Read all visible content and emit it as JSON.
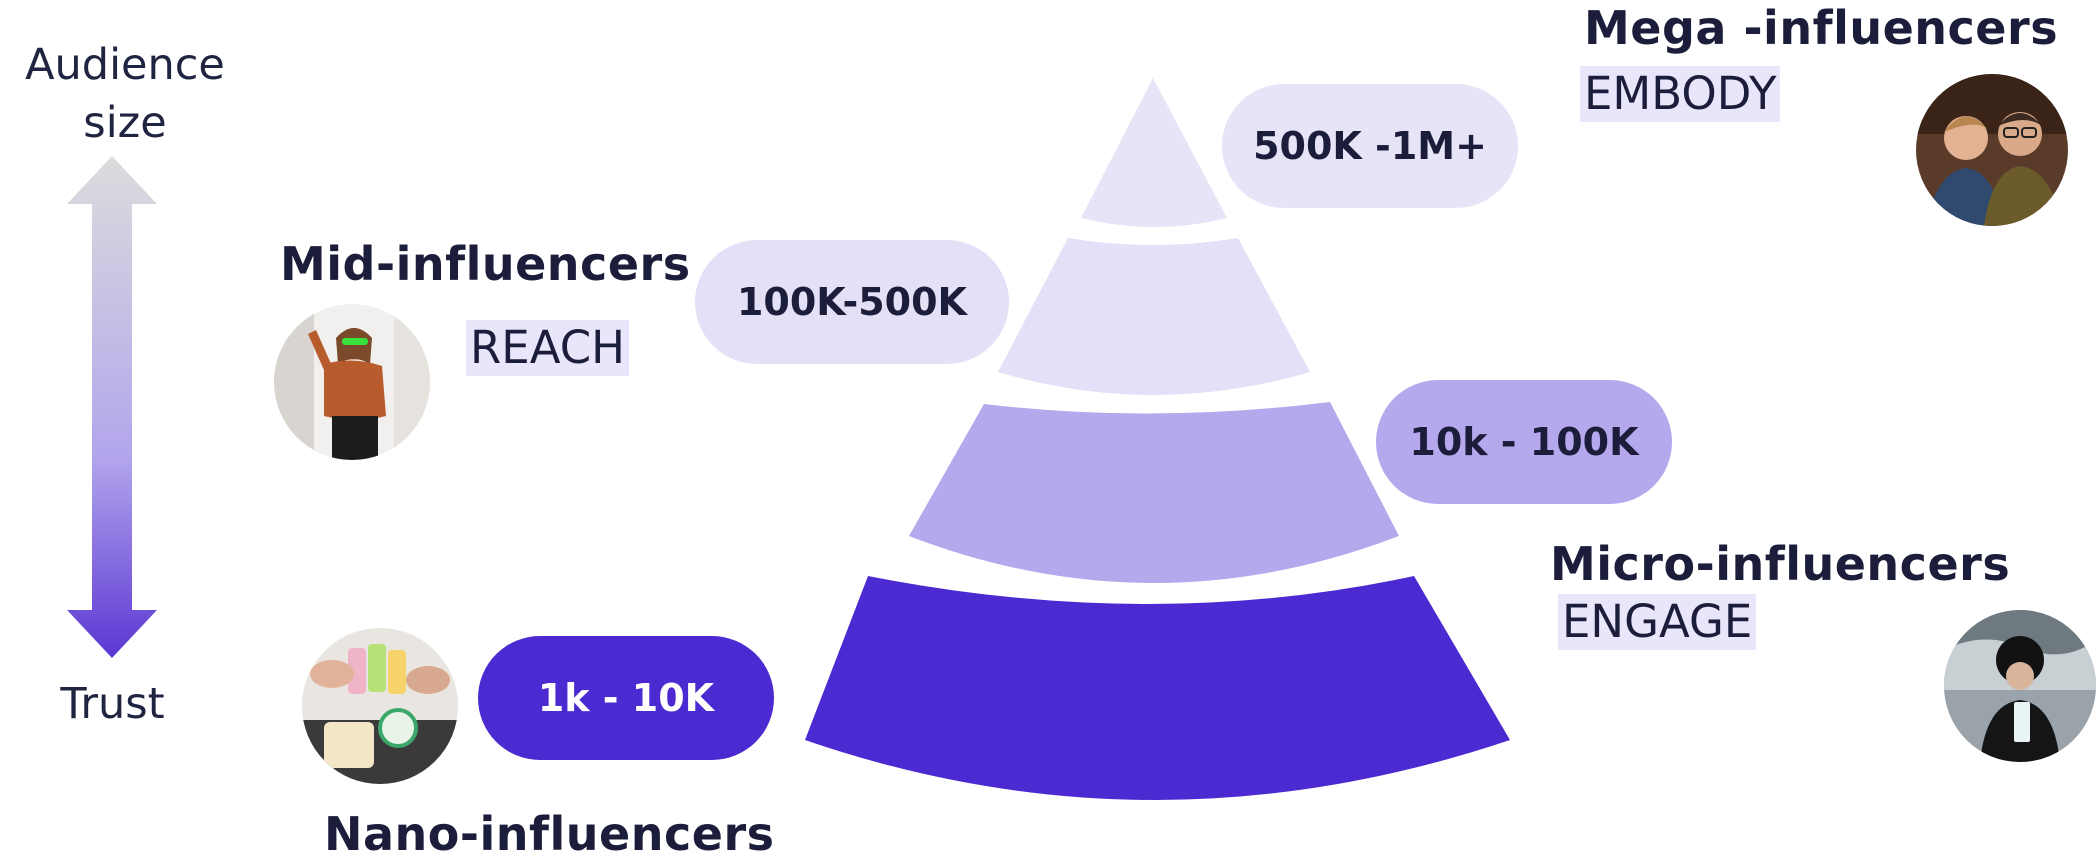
{
  "axis": {
    "top_label": "Audience\nsize",
    "bottom_label": "Trust"
  },
  "tiers": {
    "mega": {
      "title": "Mega -influencers",
      "verb": "EMBODY",
      "range": "500K -1M+"
    },
    "mid": {
      "title": "Mid-influencers",
      "verb": "REACH",
      "range": "100K-500K"
    },
    "micro": {
      "title": "Micro-influencers",
      "verb": "ENGAGE",
      "range": "10k - 100K"
    },
    "nano": {
      "title": "Nano-influencers",
      "verb": "",
      "range": "1k - 10K"
    }
  },
  "colors": {
    "tier_mega": "#e7e4f8",
    "tier_mid": "#e4e0f7",
    "tier_micro": "#b6a8ec",
    "tier_nano": "#4b2ad1",
    "verb_highlight": "#e9e6fb",
    "text_dark": "#1b1d3a"
  },
  "icons": {
    "mega_avatar": "two-men-photo",
    "mid_avatar": "woman-sunglasses-photo",
    "micro_avatar": "woman-beanie-photo",
    "nano_avatar": "products-hands-photo"
  }
}
